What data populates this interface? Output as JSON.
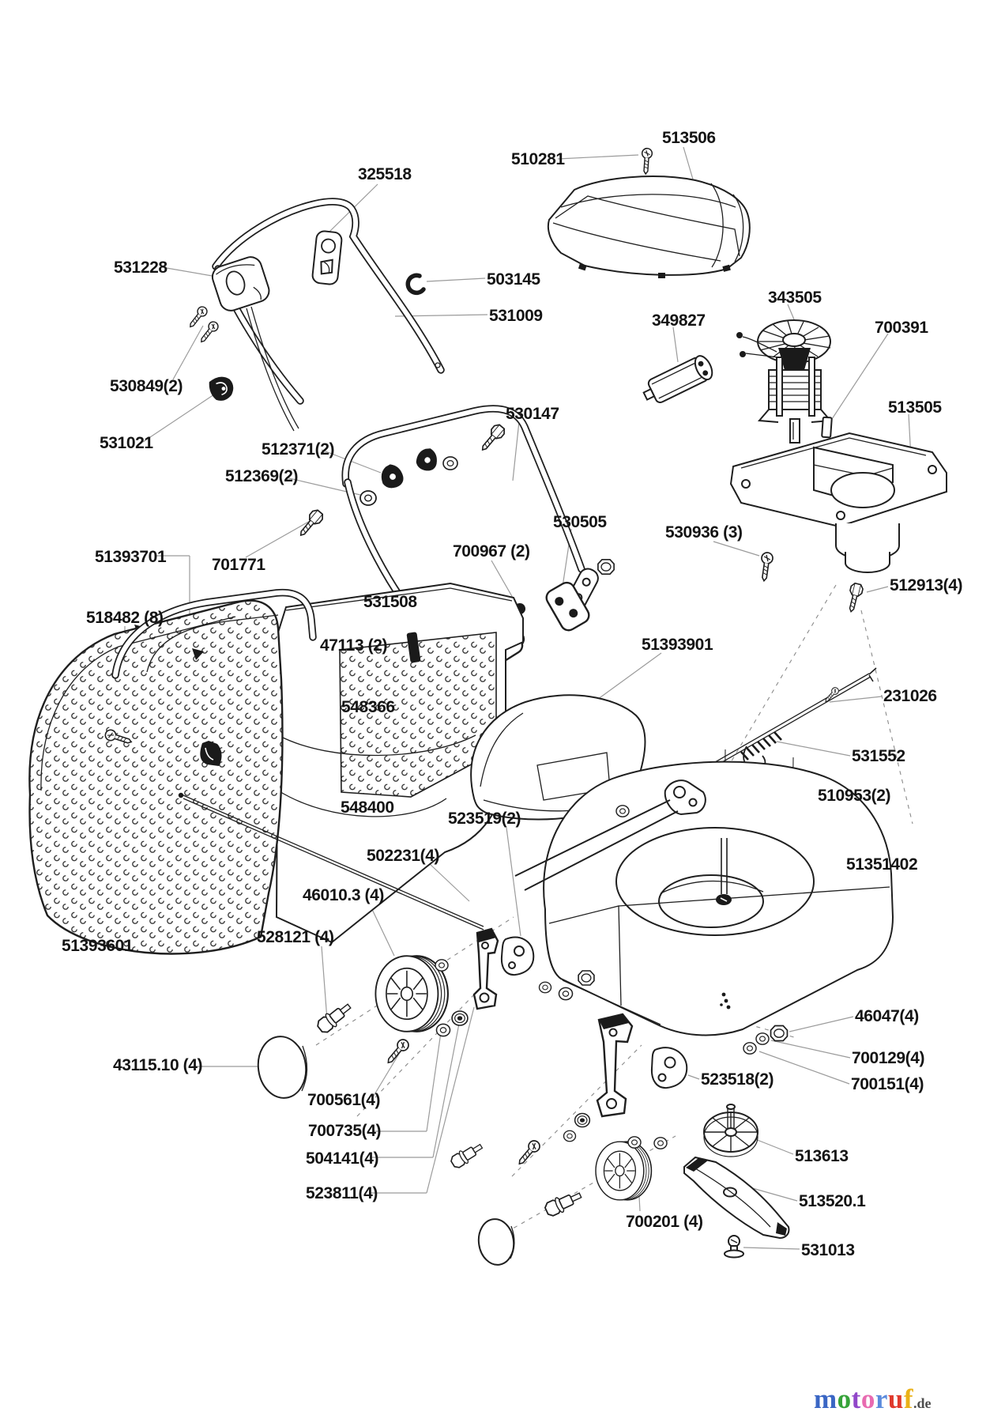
{
  "labels": [
    "325518",
    "513506",
    "510281",
    "503145",
    "531009",
    "531228",
    "343505",
    "349827",
    "700391",
    "530849(2)",
    "531021",
    "513505",
    "530147",
    "512371(2)",
    "512369(2)",
    "530505",
    "700967 (2)",
    "530936 (3)",
    "512913(4)",
    "701771",
    "531508",
    "51393701",
    "47113 (2)",
    "518482 (8)",
    "51393901",
    "231026",
    "548366",
    "531552",
    "548400",
    "510953(2)",
    "523519(2)",
    "502231(4)",
    "51351402",
    "46010.3 (4)",
    "528121 (4)",
    "51393601",
    "43115.10 (4)",
    "700561(4)",
    "46047(4)",
    "700129(4)",
    "700151(4)",
    "523518(2)",
    "700735(4)",
    "504141(4)",
    "513613",
    "523811(4)",
    "513520.1",
    "700201 (4)",
    "531013"
  ],
  "branding": {
    "letters": [
      {
        "char": "m",
        "color": "#3a66c4"
      },
      {
        "char": "o",
        "color": "#36a339"
      },
      {
        "char": "t",
        "color": "#9147c9"
      },
      {
        "char": "o",
        "color": "#e86bb1"
      },
      {
        "char": "r",
        "color": "#5b8bdc"
      },
      {
        "char": "u",
        "color": "#e0392c"
      },
      {
        "char": "f",
        "color": "#eab117"
      }
    ],
    "tld": ".de"
  },
  "colors": {
    "line": "#1f1f1f",
    "leader": "#9b9b9b",
    "background": "#ffffff"
  }
}
